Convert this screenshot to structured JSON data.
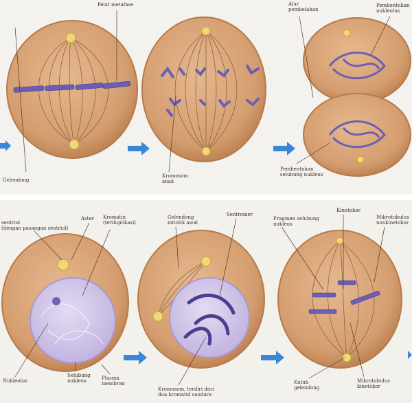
{
  "labels": {
    "bidang_metafase": "Pelat metafase",
    "gelendong_tl": "Gelendong",
    "kromosom_anak": "Kromosom\nanak",
    "alur_pembelahan": "Alur\npembelahan",
    "pembentukan_nukleolus": "Pembentukan\nnukleolus",
    "pembentukan_selubung": "Pembentukan\nselubung nukleus",
    "sentriol_pair": "sentriol\n(dengan pasangan sentriol)",
    "aster": "Aster",
    "kromatin": "Kromatin\n(terduplikasi)",
    "gelendong_mitotik": "Gelendong\nmitotik awal",
    "sentromer": "Sentromer",
    "fragmen_selubung": "Fragmen selubung\nnukleus",
    "kinetokor": "Kinetokor",
    "mikrotubulus_nonkinetokor": "Mikrotubulus\nnonkinetokor",
    "nukleolus": "Nukleolus",
    "selubung_nukleus": "Selubung\nnukleus",
    "membran_plasma": "Plasma\nmembran",
    "kromosom_dua_kromatid": "Kromosom, terdiri dari\ndua kromatid saudara",
    "kutub_gelendong": "Kutub\ngelendong",
    "mikrotubulus_kinetokor": "Mikrotubulus\nkinetokor"
  },
  "colors": {
    "cytoplasm": "#d9a57a",
    "cell_rim": "#c98f5f",
    "nucleus": "#cfc3e6",
    "chromosome": "#6a5fb4",
    "chromosome_dark": "#4a3f8e",
    "arrow": "#3a86d8",
    "aster": "#e8c44a",
    "spindle": "#8a6a4a"
  },
  "icons": {
    "arrow": "arrow-right-icon",
    "centrosome": "aster-icon"
  }
}
